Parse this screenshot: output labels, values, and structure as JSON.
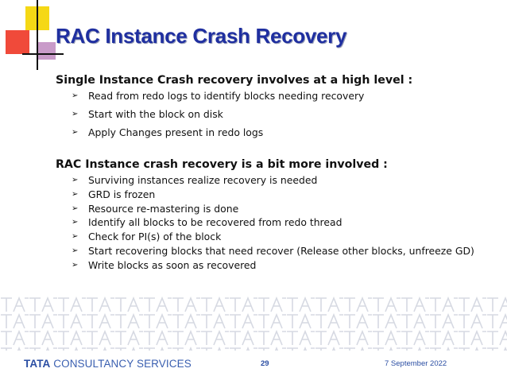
{
  "slide": {
    "title": "RAC Instance Crash Recovery",
    "section1": {
      "heading": "Single Instance Crash recovery involves at a high level :",
      "bullets": [
        "Read from redo logs to identify blocks needing recovery",
        "Start with the block on disk",
        "Apply Changes present in redo logs"
      ]
    },
    "section2": {
      "heading": "RAC Instance crash recovery is a bit more involved :",
      "bullets": [
        "Surviving instances realize recovery is needed",
        "GRD is frozen",
        "Resource re-mastering is done",
        "Identify all blocks to be recovered from redo thread",
        "Check for PI(s) of the block",
        "Start recovering blocks that need recover (Release other blocks, unfreeze GD)",
        "Write blocks as soon as recovered"
      ]
    },
    "bullet_glyph": "➢"
  },
  "footer": {
    "brand_part1": "TATA",
    "brand_part2": "CONSULTANCY SERVICES",
    "page_number": "29",
    "date": "7 September 2022"
  },
  "colors": {
    "title": "#1f2fa0",
    "logo_yellow": "#f5d815",
    "logo_red": "#f04a3a",
    "brand_blue": "#2b4ea3"
  },
  "icons": {
    "logo": "corner-squares-logo",
    "bullet": "arrow-bullet-icon",
    "pattern": "tata-watermark-pattern"
  }
}
